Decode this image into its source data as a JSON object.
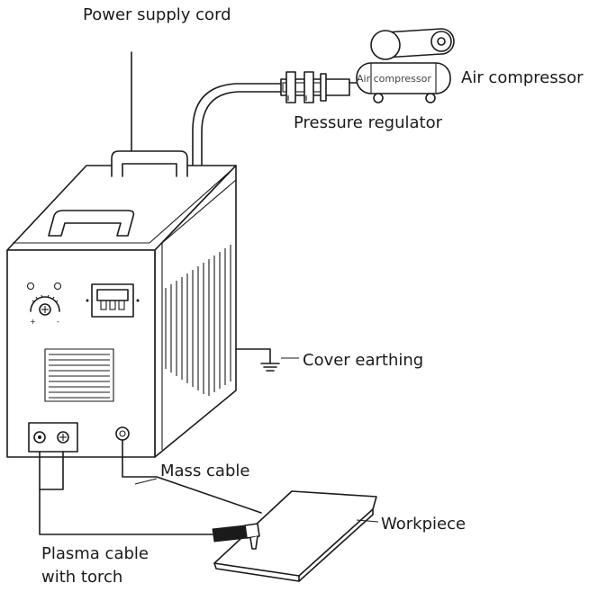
{
  "labels": {
    "power_supply_cord": "Power supply cord",
    "air_compressor": "Air compressor",
    "tank_text": "Air compressor",
    "pressure_regulator": "Pressure regulator",
    "cover_earthing": "Cover earthing",
    "mass_cable": "Mass cable",
    "workpiece": "Workpiece",
    "plasma_cable_line1": "Plasma cable",
    "plasma_cable_line2": "with torch"
  }
}
